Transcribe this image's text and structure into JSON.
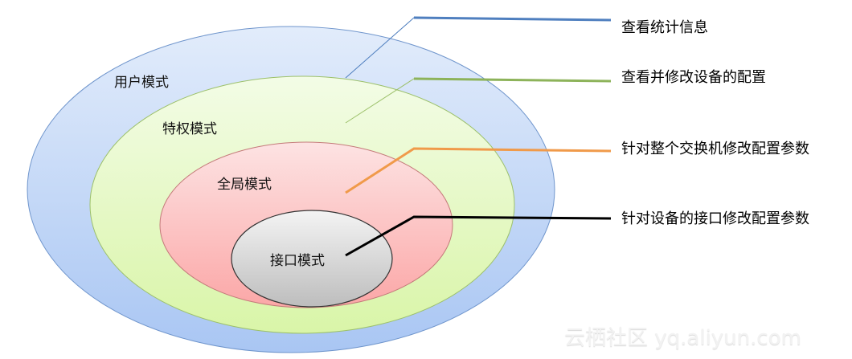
{
  "modes": [
    {
      "label": "用户模式",
      "description": "查看统计信息",
      "fill": "#c6dbf7",
      "stroke": "#6f95cc",
      "line": "#4f7fbf"
    },
    {
      "label": "特权模式",
      "description": "查看并修改设备的配置",
      "fill": "#e6f9c8",
      "stroke": "#9cc06a",
      "line": "#8db35a"
    },
    {
      "label": "全局模式",
      "description": "针对整个交换机修改配置参数",
      "fill": "#fcc7c7",
      "stroke": "#c47a7a",
      "line": "#f09a4a"
    },
    {
      "label": "接口模式",
      "description": "针对设备的接口修改配置参数",
      "fill": "#d8d8d8",
      "stroke": "#333333",
      "line": "#000000"
    }
  ],
  "watermark": "云栖社区 yq.aliyun.com"
}
